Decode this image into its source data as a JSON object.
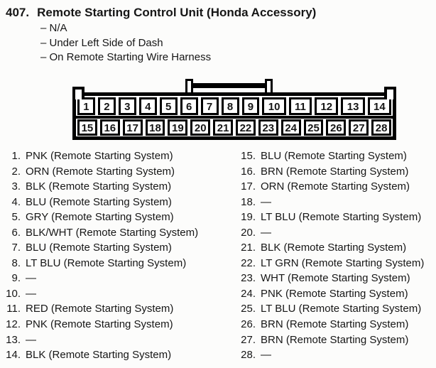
{
  "colors": {
    "ink": "#161616",
    "paper": "#fcfcfb",
    "diagram_line": "#000000"
  },
  "header": {
    "number": "407.",
    "title": "Remote Starting Control Unit (Honda Accessory)"
  },
  "details": [
    {
      "text": "– N/A"
    },
    {
      "text": "– Under Left Side of Dash"
    },
    {
      "text": "– On Remote Starting Wire Harness"
    }
  ],
  "connector": {
    "top_row": [
      {
        "label": "1"
      },
      {
        "label": "2"
      },
      {
        "label": "3"
      },
      {
        "label": "4"
      },
      {
        "label": "5"
      },
      {
        "label": "6"
      },
      {
        "label": "7"
      },
      {
        "label": "8"
      },
      {
        "label": "9"
      },
      {
        "label": "10"
      },
      {
        "label": "11"
      },
      {
        "label": "12"
      },
      {
        "label": "13"
      },
      {
        "label": "14"
      }
    ],
    "bottom_row": [
      {
        "label": "15"
      },
      {
        "label": "16"
      },
      {
        "label": "17"
      },
      {
        "label": "18"
      },
      {
        "label": "19"
      },
      {
        "label": "20"
      },
      {
        "label": "21"
      },
      {
        "label": "22"
      },
      {
        "label": "23"
      },
      {
        "label": "24"
      },
      {
        "label": "25"
      },
      {
        "label": "26"
      },
      {
        "label": "27"
      },
      {
        "label": "28"
      }
    ]
  },
  "pins_left": [
    {
      "num": "1.",
      "desc": "PNK (Remote Starting System)"
    },
    {
      "num": "2.",
      "desc": "ORN (Remote Starting System)"
    },
    {
      "num": "3.",
      "desc": "BLK (Remote Starting System)"
    },
    {
      "num": "4.",
      "desc": "BLU (Remote Starting System)"
    },
    {
      "num": "5.",
      "desc": "GRY (Remote Starting System)"
    },
    {
      "num": "6.",
      "desc": "BLK/WHT (Remote Starting System)"
    },
    {
      "num": "7.",
      "desc": "BLU (Remote Starting System)"
    },
    {
      "num": "8.",
      "desc": "LT BLU (Remote Starting System)"
    },
    {
      "num": "9.",
      "desc": "—"
    },
    {
      "num": "10.",
      "desc": "—"
    },
    {
      "num": "11.",
      "desc": "RED (Remote Starting System)"
    },
    {
      "num": "12.",
      "desc": "PNK (Remote Starting System)"
    },
    {
      "num": "13.",
      "desc": "—"
    },
    {
      "num": "14.",
      "desc": "BLK (Remote Starting System)"
    }
  ],
  "pins_right": [
    {
      "num": "15.",
      "desc": "BLU (Remote Starting System)"
    },
    {
      "num": "16.",
      "desc": "BRN (Remote Starting System)"
    },
    {
      "num": "17.",
      "desc": "ORN (Remote Starting System)"
    },
    {
      "num": "18.",
      "desc": "—"
    },
    {
      "num": "19.",
      "desc": "LT BLU (Remote Starting System)"
    },
    {
      "num": "20.",
      "desc": "—"
    },
    {
      "num": "21.",
      "desc": "BLK (Remote Starting System)"
    },
    {
      "num": "22.",
      "desc": "LT GRN (Remote Starting System)"
    },
    {
      "num": "23.",
      "desc": "WHT (Remote Starting System)"
    },
    {
      "num": "24.",
      "desc": "PNK (Remote Starting System)"
    },
    {
      "num": "25.",
      "desc": "LT BLU (Remote Starting System)"
    },
    {
      "num": "26.",
      "desc": "BRN (Remote Starting System)"
    },
    {
      "num": "27.",
      "desc": "BRN (Remote Starting System)"
    },
    {
      "num": "28.",
      "desc": "—"
    }
  ]
}
